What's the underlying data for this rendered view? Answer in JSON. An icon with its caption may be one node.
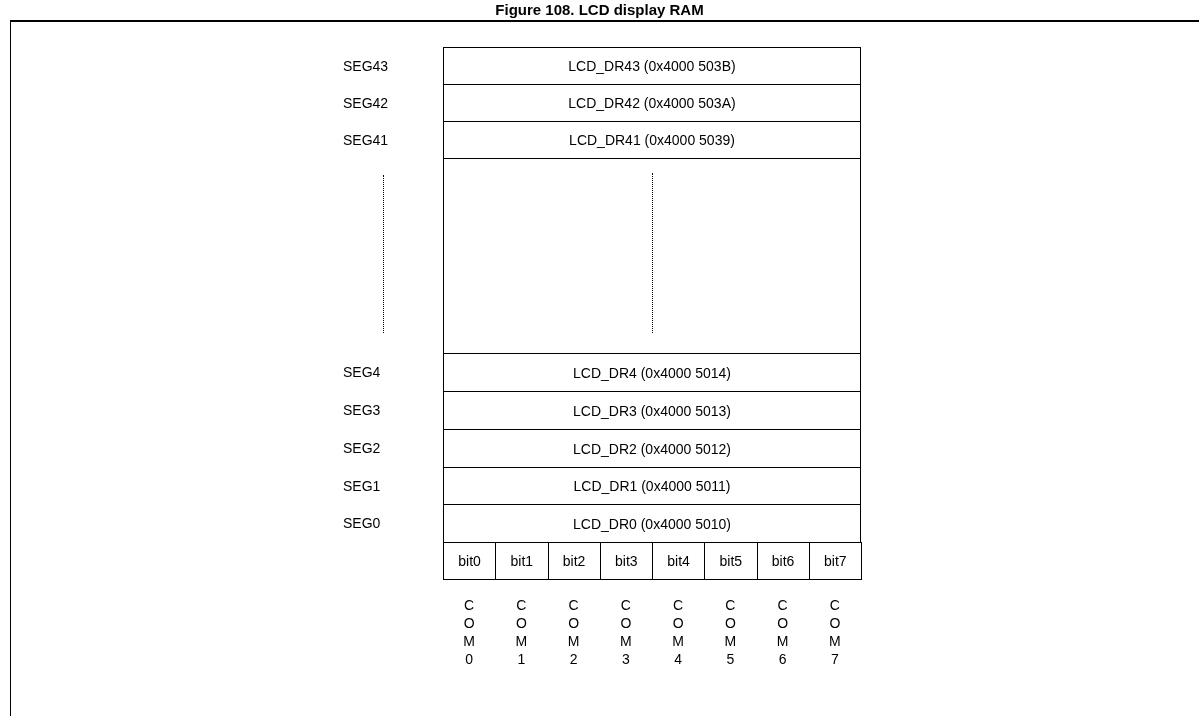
{
  "diagram": {
    "title": "Figure 108. LCD display RAM",
    "labels": [
      "SEG43",
      "LCD_DR43 (0x4000 503B)",
      "SEG42",
      "LCD_DR42 (0x4000 503A)",
      "SEG41",
      "LCD_DR41 (0x4000 5039)",
      "SEG4",
      "LCD_DR4 (0x4000 5014)",
      "SEG3",
      "LCD_DR3 (0x4000 5013)",
      "SEG2",
      "LCD_DR2 (0x4000 5012)",
      "SEG1",
      "LCD_DR1 (0x4000 5011)",
      "SEG0",
      "LCD_DR0 (0x4000 5010)",
      "bit0",
      "bit1",
      "bit2",
      "bit3",
      "bit4",
      "bit5",
      "bit6",
      "bit7",
      "COM0",
      "COM1",
      "COM2",
      "COM3",
      "COM4",
      "COM5",
      "COM6",
      "COM7"
    ]
  }
}
